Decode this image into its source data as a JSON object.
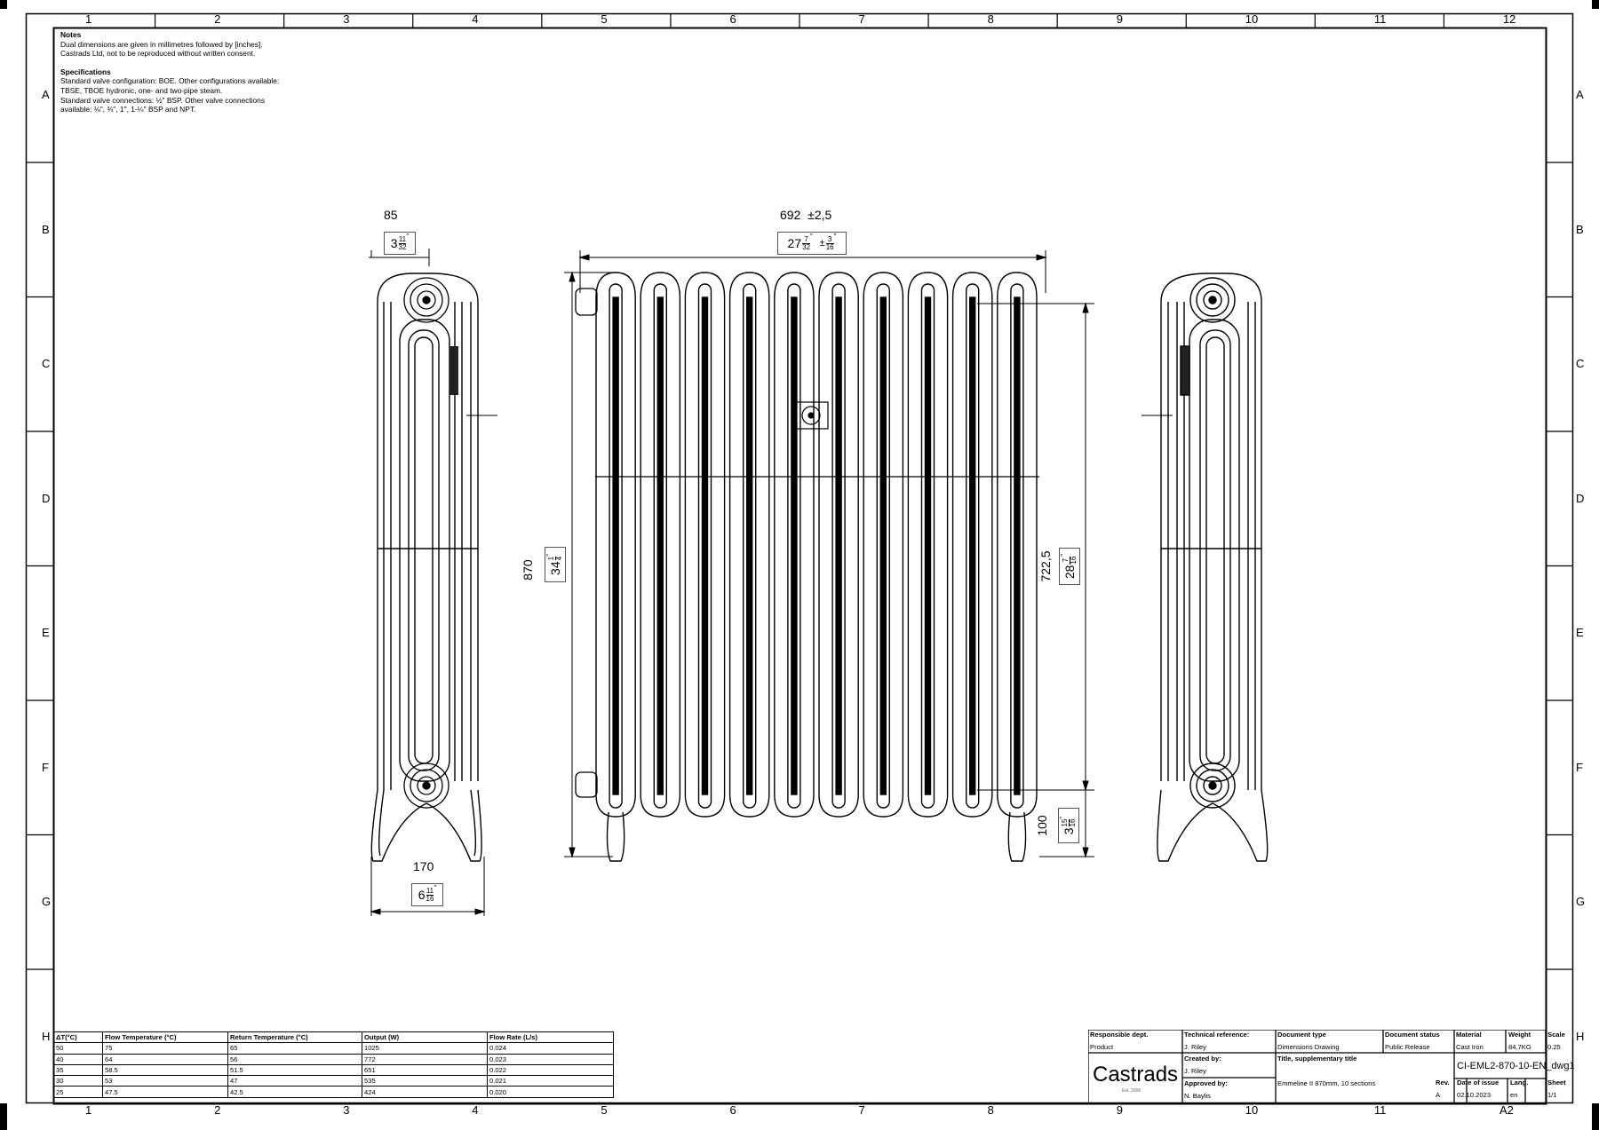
{
  "grid": {
    "columns": [
      "1",
      "2",
      "3",
      "4",
      "5",
      "6",
      "7",
      "8",
      "9",
      "10",
      "11",
      "12"
    ],
    "bottom_columns": [
      "1",
      "2",
      "3",
      "4",
      "5",
      "6",
      "7",
      "8",
      "9",
      "10",
      "11"
    ],
    "bottom_right": "A2",
    "rows": [
      "A",
      "B",
      "C",
      "D",
      "E",
      "F",
      "G",
      "H"
    ]
  },
  "notes": {
    "notes_heading": "Notes",
    "notes_lines": [
      "Dual dimensions are given in millimetres followed by [inches].",
      "Castrads Ltd, not to be reproduced without written consent."
    ],
    "spec_heading": "Specifications",
    "spec_lines": [
      "Standard valve configuration: BOE. Other configurations available:",
      "TBSE, TBOE hydronic, one- and two-pipe steam.",
      "Standard valve connections: ½\" BSP. Other valve connections",
      "available: ⅛\", ¾\", 1\", 1-¼\" BSP and NPT."
    ]
  },
  "dimensions": {
    "side_depth_mm": "85",
    "side_depth_in_whole": "3",
    "side_depth_in_num": "11",
    "side_depth_in_den": "32",
    "foot_width_mm": "170",
    "foot_width_in_whole": "6",
    "foot_width_in_num": "11",
    "foot_width_in_den": "16",
    "length_mm": "692",
    "length_tol_mm": "±2,5",
    "length_in_whole": "27",
    "length_in_num": "7",
    "length_in_den": "32",
    "length_tol_in_sign": "±",
    "length_tol_in_num": "3",
    "length_tol_in_den": "16",
    "height_mm": "870",
    "height_in_whole": "34",
    "height_in_num": "1",
    "height_in_den": "4",
    "centres_mm": "722,5",
    "centres_in_whole": "28",
    "centres_in_num": "7",
    "centres_in_den": "16",
    "floor_mm": "100",
    "floor_in_whole": "3",
    "floor_in_num": "15",
    "floor_in_den": "16",
    "inch_mark": "\""
  },
  "radiator": {
    "sections": 10
  },
  "flow_table": {
    "headers": [
      "ΔT(°C)",
      "Flow Temperature (°C)",
      "Return Temperature (°C)",
      "Output (W)",
      "Flow Rate (L/s)"
    ],
    "rows": [
      [
        "50",
        "75",
        "65",
        "1025",
        "0.024"
      ],
      [
        "40",
        "64",
        "56",
        "772",
        "0.023"
      ],
      [
        "35",
        "58.5",
        "51.5",
        "651",
        "0.022"
      ],
      [
        "30",
        "53",
        "47",
        "535",
        "0.021"
      ],
      [
        "25",
        "47.5",
        "42.5",
        "424",
        "0.020"
      ]
    ]
  },
  "title_block": {
    "responsible_dept_label": "Responsible dept.",
    "responsible_dept": "Product",
    "technical_reference_label": "Technical reference:",
    "technical_reference": "J. Riley",
    "created_by_label": "Created by:",
    "created_by": "J. Riley",
    "approved_by_label": "Approved by:",
    "approved_by": "N. Baylis",
    "document_type_label": "Document type",
    "document_type": "Dimensions Drawing",
    "document_status_label": "Document status",
    "document_status": "Public Release",
    "material_label": "Material",
    "material": "Cast Iron",
    "weight_label": "Weight",
    "weight": "84.7KG",
    "scale_label": "Scale",
    "scale": "0.25",
    "title_label": "Title, supplementary title",
    "title": "Emmeline II 870mm, 10 sections",
    "drawing_number": "CI-EML2-870-10-EN_dwg1",
    "rev_label": "Rev.",
    "rev": "A",
    "date_label": "Date of issue",
    "date": "02.10.2023",
    "lang_label": "Lang.",
    "lang": "en",
    "sheet_label": "Sheet",
    "sheet": "1/1",
    "logo": "Castrads",
    "logo_sub": "Est. 2006"
  }
}
